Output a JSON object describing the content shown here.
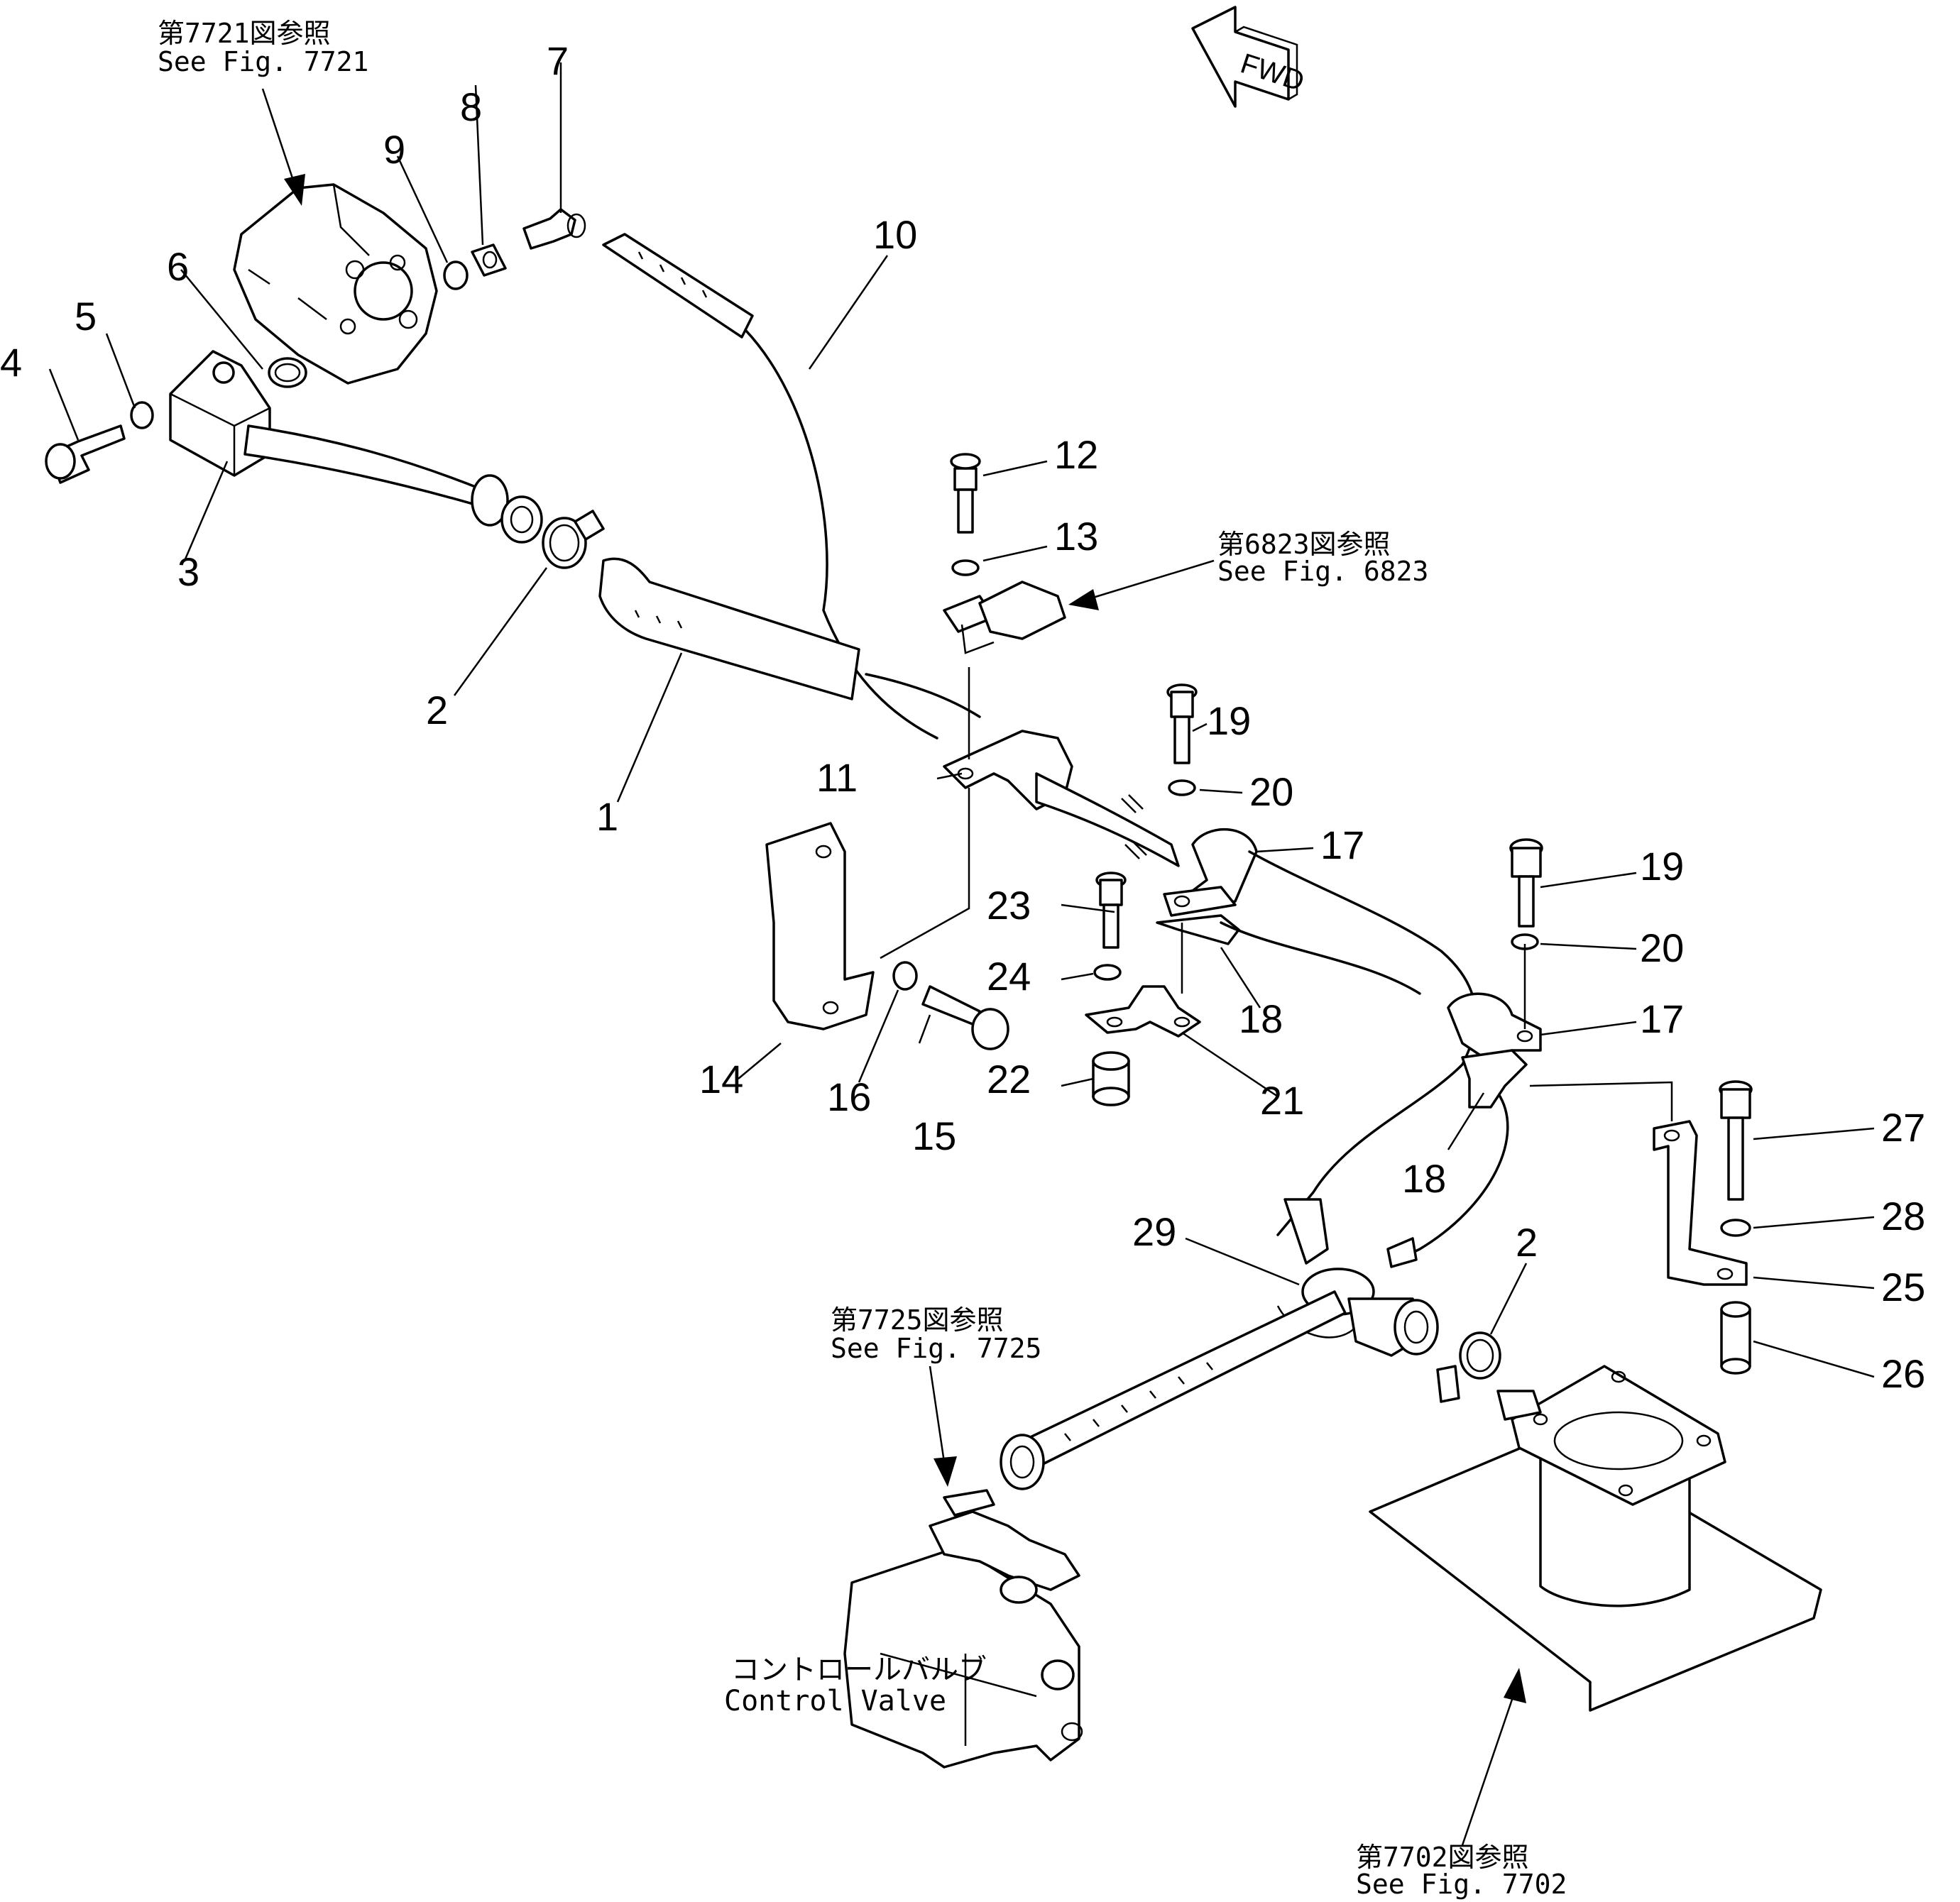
{
  "references": {
    "fig7721": {
      "jp": "第7721図参照",
      "en": "See  Fig. 7721"
    },
    "fig6823": {
      "jp": "第6823図参照",
      "en": "See  Fig. 6823"
    },
    "fig7725": {
      "jp": "第7725図参照",
      "en": "See  Fig. 7725"
    },
    "fig7702": {
      "jp": "第7702図参照",
      "en": "See  Fig. 7702"
    }
  },
  "control_valve": {
    "jp": "コントロールバルブ",
    "en": "Control  Valve"
  },
  "direction": "FWD",
  "callouts": {
    "c1": "1",
    "c2a": "2",
    "c2b": "2",
    "c3": "3",
    "c4": "4",
    "c5": "5",
    "c6": "6",
    "c7": "7",
    "c8": "8",
    "c9": "9",
    "c10": "10",
    "c11": "11",
    "c12": "12",
    "c13": "13",
    "c14": "14",
    "c15": "15",
    "c16": "16",
    "c17a": "17",
    "c17b": "17",
    "c18a": "18",
    "c18b": "18",
    "c19a": "19",
    "c19b": "19",
    "c20a": "20",
    "c20b": "20",
    "c21": "21",
    "c22": "22",
    "c23": "23",
    "c24": "24",
    "c25": "25",
    "c26": "26",
    "c27": "27",
    "c28": "28",
    "c29": "29"
  }
}
